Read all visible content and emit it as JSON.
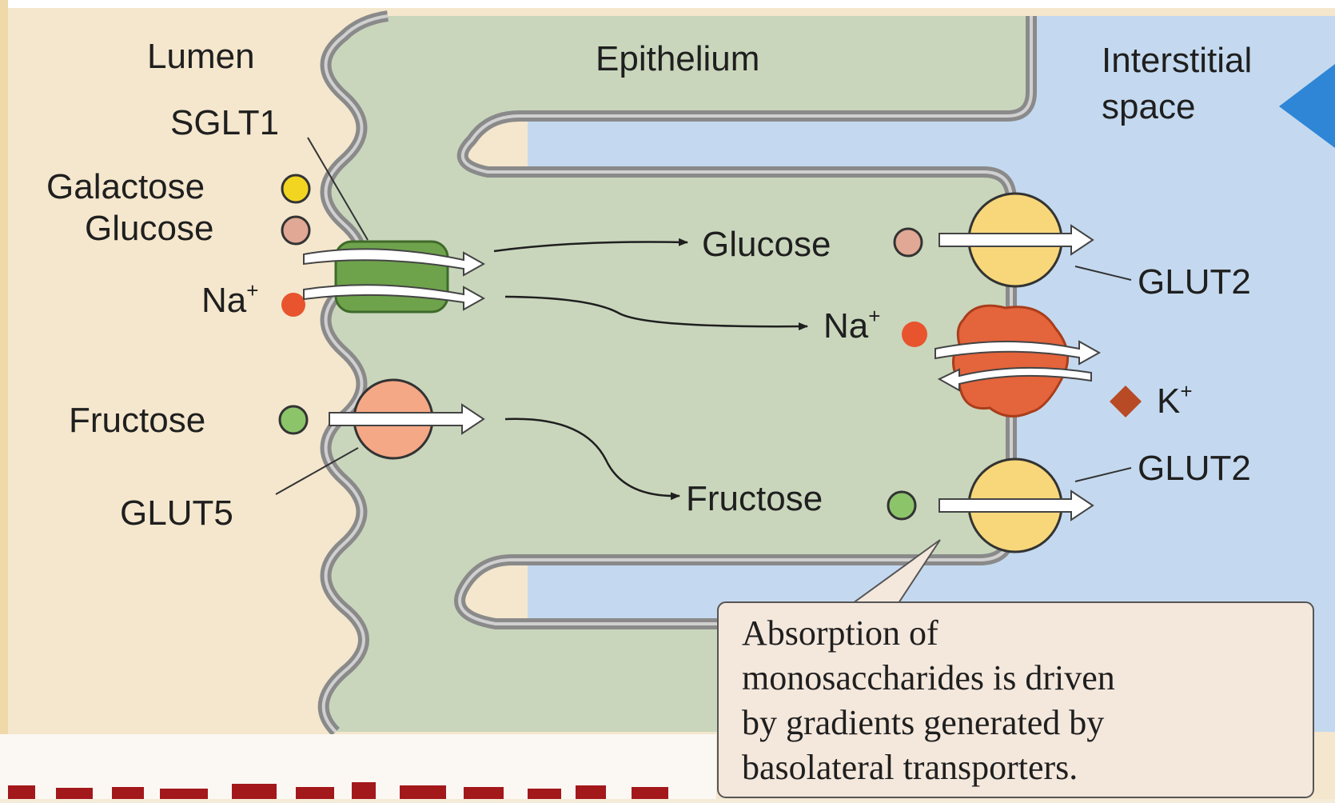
{
  "regions": {
    "lumen": "Lumen",
    "epithelium": "Epithelium",
    "interstitial_line1": "Interstitial",
    "interstitial_line2": "space"
  },
  "transporters": {
    "sglt1": "SGLT1",
    "glut5": "GLUT5",
    "glut2_top": "GLUT2",
    "glut2_bottom": "GLUT2"
  },
  "lumen_molecules": {
    "galactose": "Galactose",
    "glucose": "Glucose",
    "na": "Na",
    "na_sup": "+",
    "fructose": "Fructose"
  },
  "cell_molecules": {
    "glucose": "Glucose",
    "na": "Na",
    "na_sup": "+",
    "fructose": "Fructose"
  },
  "interstitial_molecules": {
    "k": "K",
    "k_sup": "+"
  },
  "callout": {
    "line1": "Absorption of",
    "line2": "monosaccharides is driven",
    "line3": "by gradients generated by",
    "line4": "basolateral transporters."
  },
  "colors": {
    "lumen_bg": "#f4e7cd",
    "epithelium_bg": "#c9d6bc",
    "interstitial_bg": "#c4d9ef",
    "membrane": "#8a8a8a",
    "galactose": "#f2d521",
    "glucose": "#e0a895",
    "sodium": "#e8542e",
    "fructose": "#8cc46a",
    "sglt1": "#6ea34c",
    "glut5": "#f4a886",
    "glut2": "#f7d77a",
    "pump": "#e4643c",
    "potassium": "#b84a26",
    "callout_bg": "#f4e7dc",
    "cut_text": "#a3181b"
  }
}
